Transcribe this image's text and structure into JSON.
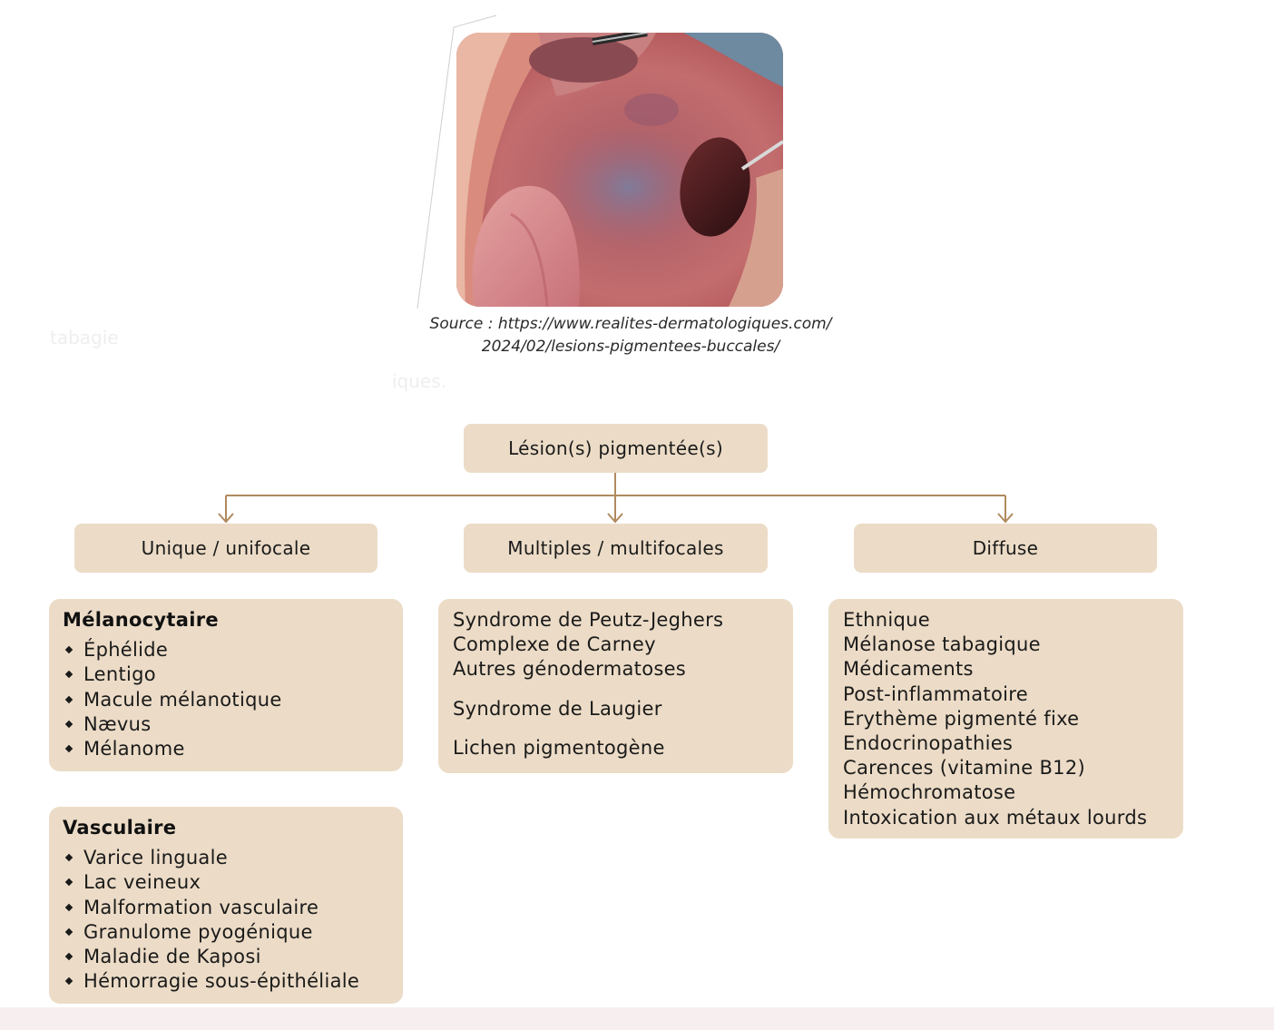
{
  "image": {
    "subject": "oral-mucosa-photo"
  },
  "caption": {
    "line1": "Source : https://www.realites-dermatologiques.com/",
    "line2": "2024/02/lesions-pigmentees-buccales/"
  },
  "ghost_text": {
    "left": "tabagie",
    "middle": "iques."
  },
  "diagram": {
    "root": "Lésion(s) pigmentée(s)",
    "categories": [
      "Unique / unifocale",
      "Multiples / multifocales",
      "Diffuse"
    ],
    "melanocytaire": {
      "title": "Mélanocytaire",
      "items": [
        "Éphélide",
        "Lentigo",
        "Macule mélanotique",
        "Nævus",
        "Mélanome"
      ]
    },
    "vasculaire": {
      "title": "Vasculaire",
      "items": [
        "Varice linguale",
        "Lac veineux",
        "Malformation vasculaire",
        "Granulome pyogénique",
        "Maladie de Kaposi",
        "Hémorragie sous-épithéliale"
      ]
    },
    "multiples": {
      "group1": [
        "Syndrome de Peutz-Jeghers",
        "Complexe de Carney",
        "Autres génodermatoses"
      ],
      "group2": "Syndrome de Laugier",
      "group3": "Lichen pigmentogène"
    },
    "diffuse": {
      "items": [
        "Ethnique",
        "Mélanose tabagique",
        "Médicaments",
        "Post-inflammatoire",
        "Erythème pigmenté fixe",
        "Endocrinopathies",
        "Carences (vitamine B12)",
        "Hémochromatose",
        "Intoxication aux métaux lourds"
      ]
    }
  },
  "colors": {
    "box": "#ecdcc7",
    "connector": "#b08a5e",
    "footer": "#f7efef"
  }
}
